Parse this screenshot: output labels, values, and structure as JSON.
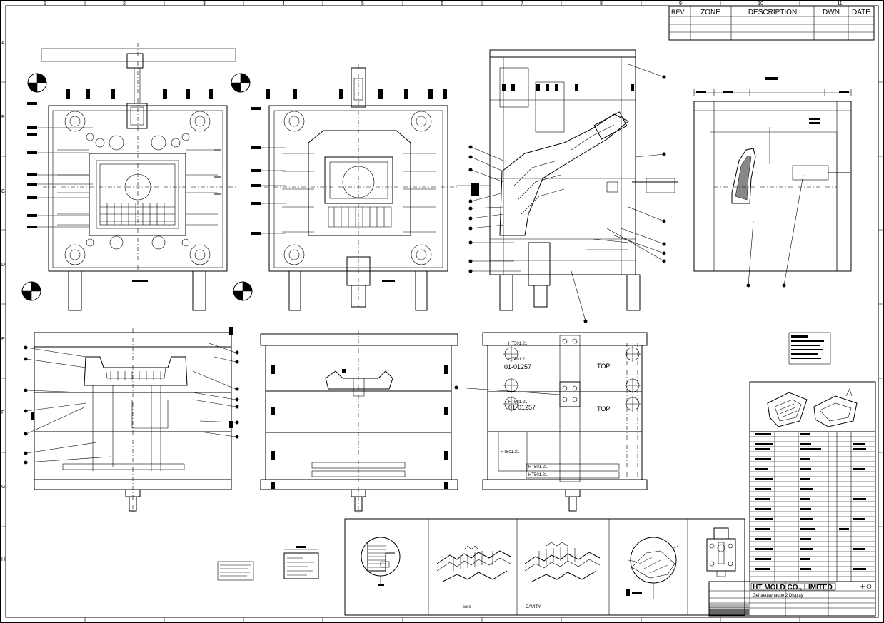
{
  "border": {
    "columns": [
      "1",
      "2",
      "3",
      "4",
      "5",
      "6",
      "7",
      "8",
      "9",
      "10",
      "11"
    ],
    "rows": [
      "A",
      "B",
      "C",
      "D",
      "E",
      "F",
      "G",
      "H"
    ]
  },
  "revision_table": {
    "headers": [
      "REV",
      "ZONE",
      "DESCRIPTION",
      "DWN",
      "DATE"
    ]
  },
  "view_labels": {
    "side_top": "TOP",
    "side_bottom": "TOP",
    "part_no_1": "01-01257",
    "part_no_2": "01-01257",
    "plate_a": "HT501.21",
    "plate_b": "HT501.21",
    "plate_c": "HT501.21",
    "plate_d": "HT501.21",
    "plate_e": "HT501.21",
    "plate_f": "HT501.21"
  },
  "detail_labels": {
    "core": "core",
    "cavity": "CAVITY"
  },
  "title_block": {
    "company": "HT MOLD CO., LIMITED",
    "project": "Gehaeusehaube 2 Display"
  },
  "colors": {
    "line": "#000000",
    "background": "#ffffff"
  }
}
